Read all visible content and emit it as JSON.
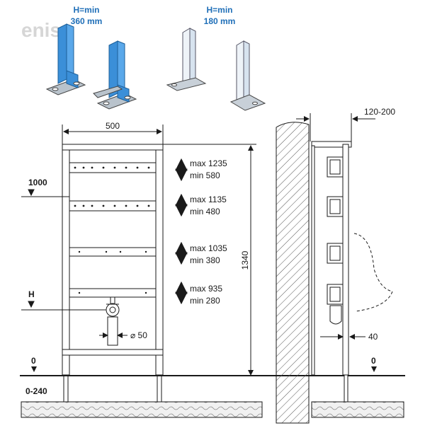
{
  "watermark": "enisa",
  "variants": {
    "left": {
      "label_top": "H=min",
      "label_bottom": "360 mm"
    },
    "right": {
      "label_top": "H=min",
      "label_bottom": "180 mm"
    }
  },
  "front_view": {
    "width_label": "500",
    "height_label": "1340",
    "level_1000": "1000",
    "level_h": "H",
    "level_0": "0",
    "level_0240": "0-240",
    "pipe_label": "⌀ 50",
    "adjustments": [
      {
        "max": "max 1235",
        "min": "min 580"
      },
      {
        "max": "max 1135",
        "min": "min 480"
      },
      {
        "max": "max 1035",
        "min": "min 380"
      },
      {
        "max": "max 935",
        "min": "min 280"
      }
    ]
  },
  "side_view": {
    "depth_label": "120-200",
    "pipe_offset_label": "40",
    "level_0": "0"
  },
  "colors": {
    "accent_blue": "#3b8fd8",
    "label_blue": "#1f6fb8",
    "line": "#1a1a1a"
  }
}
